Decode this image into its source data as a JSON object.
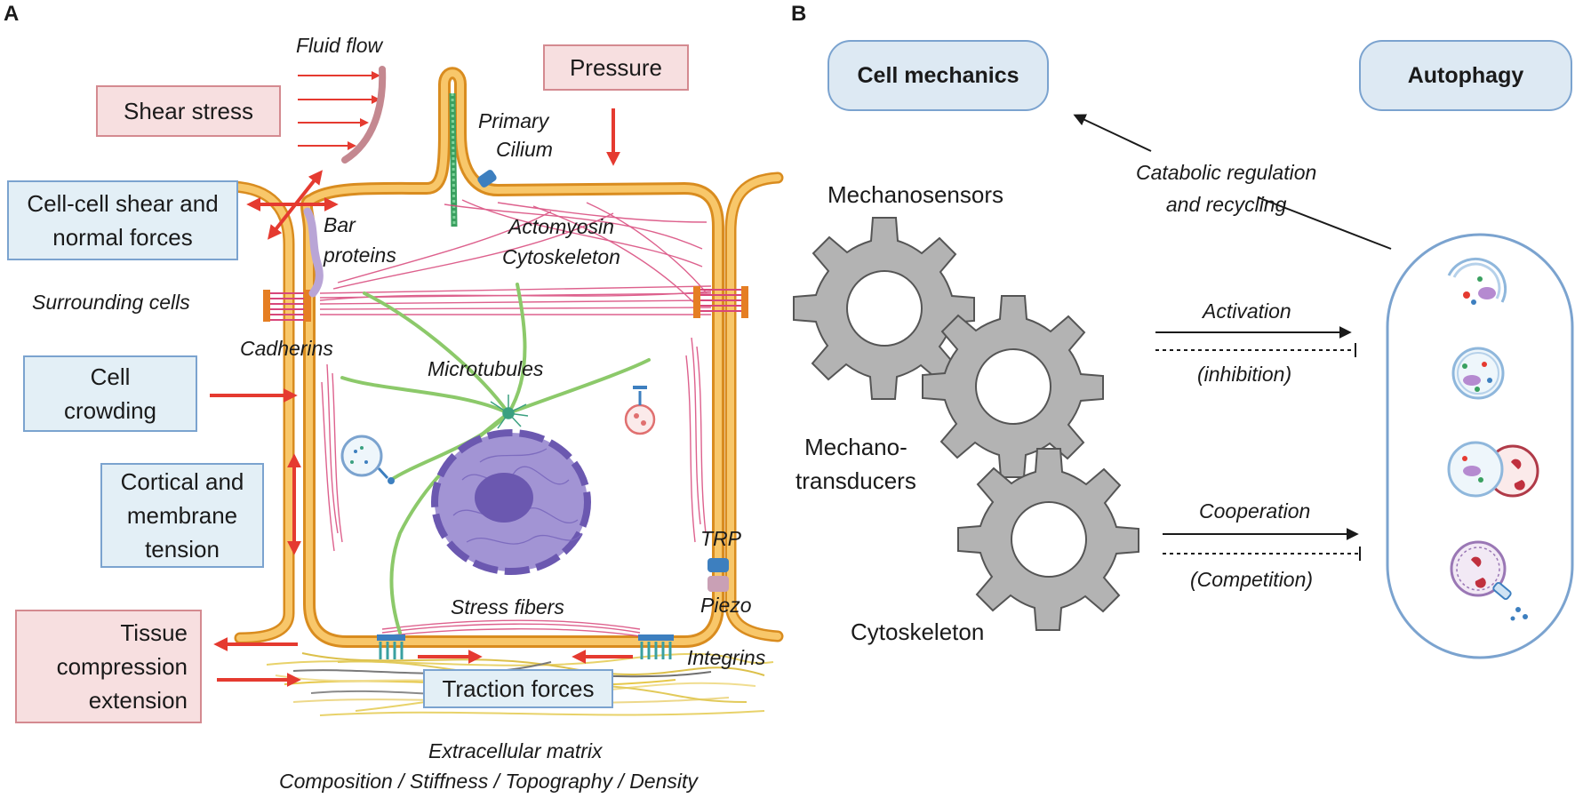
{
  "panel_a": {
    "letter": "A",
    "boxes": {
      "shear_stress": "Shear stress",
      "pressure": "Pressure",
      "cell_cell_shear": [
        "Cell-cell shear and",
        "normal forces"
      ],
      "cell_crowding": [
        "Cell",
        "crowding"
      ],
      "cortical_tension": [
        "Cortical and",
        "membrane",
        "tension"
      ],
      "tissue_compression": [
        "Tissue",
        "compression",
        "extension"
      ],
      "traction_forces": "Traction forces"
    },
    "labels": {
      "fluid_flow": "Fluid flow",
      "primary_cilium": [
        "Primary",
        "Cilium"
      ],
      "bar_proteins": [
        "Bar",
        "proteins"
      ],
      "actomyosin": [
        "Actomyosin",
        "Cytoskeleton"
      ],
      "surrounding_cells": "Surrounding cells",
      "cadherins": "Cadherins",
      "microtubules": "Microtubules",
      "trp": "TRP",
      "piezo": "Piezo",
      "stress_fibers": "Stress fibers",
      "integrins": "Integrins",
      "ecm_title": "Extracellular matrix",
      "ecm_props": "Composition / Stiffness / Topography / Density"
    }
  },
  "panel_b": {
    "letter": "B",
    "cell_mechanics": "Cell mechanics",
    "autophagy": "Autophagy",
    "mechanosensors": "Mechanosensors",
    "mechanotransducers": [
      "Mechano-",
      "transducers"
    ],
    "cytoskeleton": "Cytoskeleton",
    "catabolic": [
      "Catabolic regulation",
      "and recycling"
    ],
    "activation": "Activation",
    "inhibition": "(inhibition)",
    "cooperation": "Cooperation",
    "competition": "(Competition)"
  },
  "colors": {
    "membrane": "#f5b84a",
    "membrane_outline": "#d98c1f",
    "force_arrow": "#e53a30",
    "actin": "#d8467a",
    "microtubule": "#8cc96a",
    "nucleus": "#8e7cc3",
    "gear": "#b3b3b3",
    "box_red": "#f7dfe0",
    "box_blue": "#e3eff6"
  }
}
